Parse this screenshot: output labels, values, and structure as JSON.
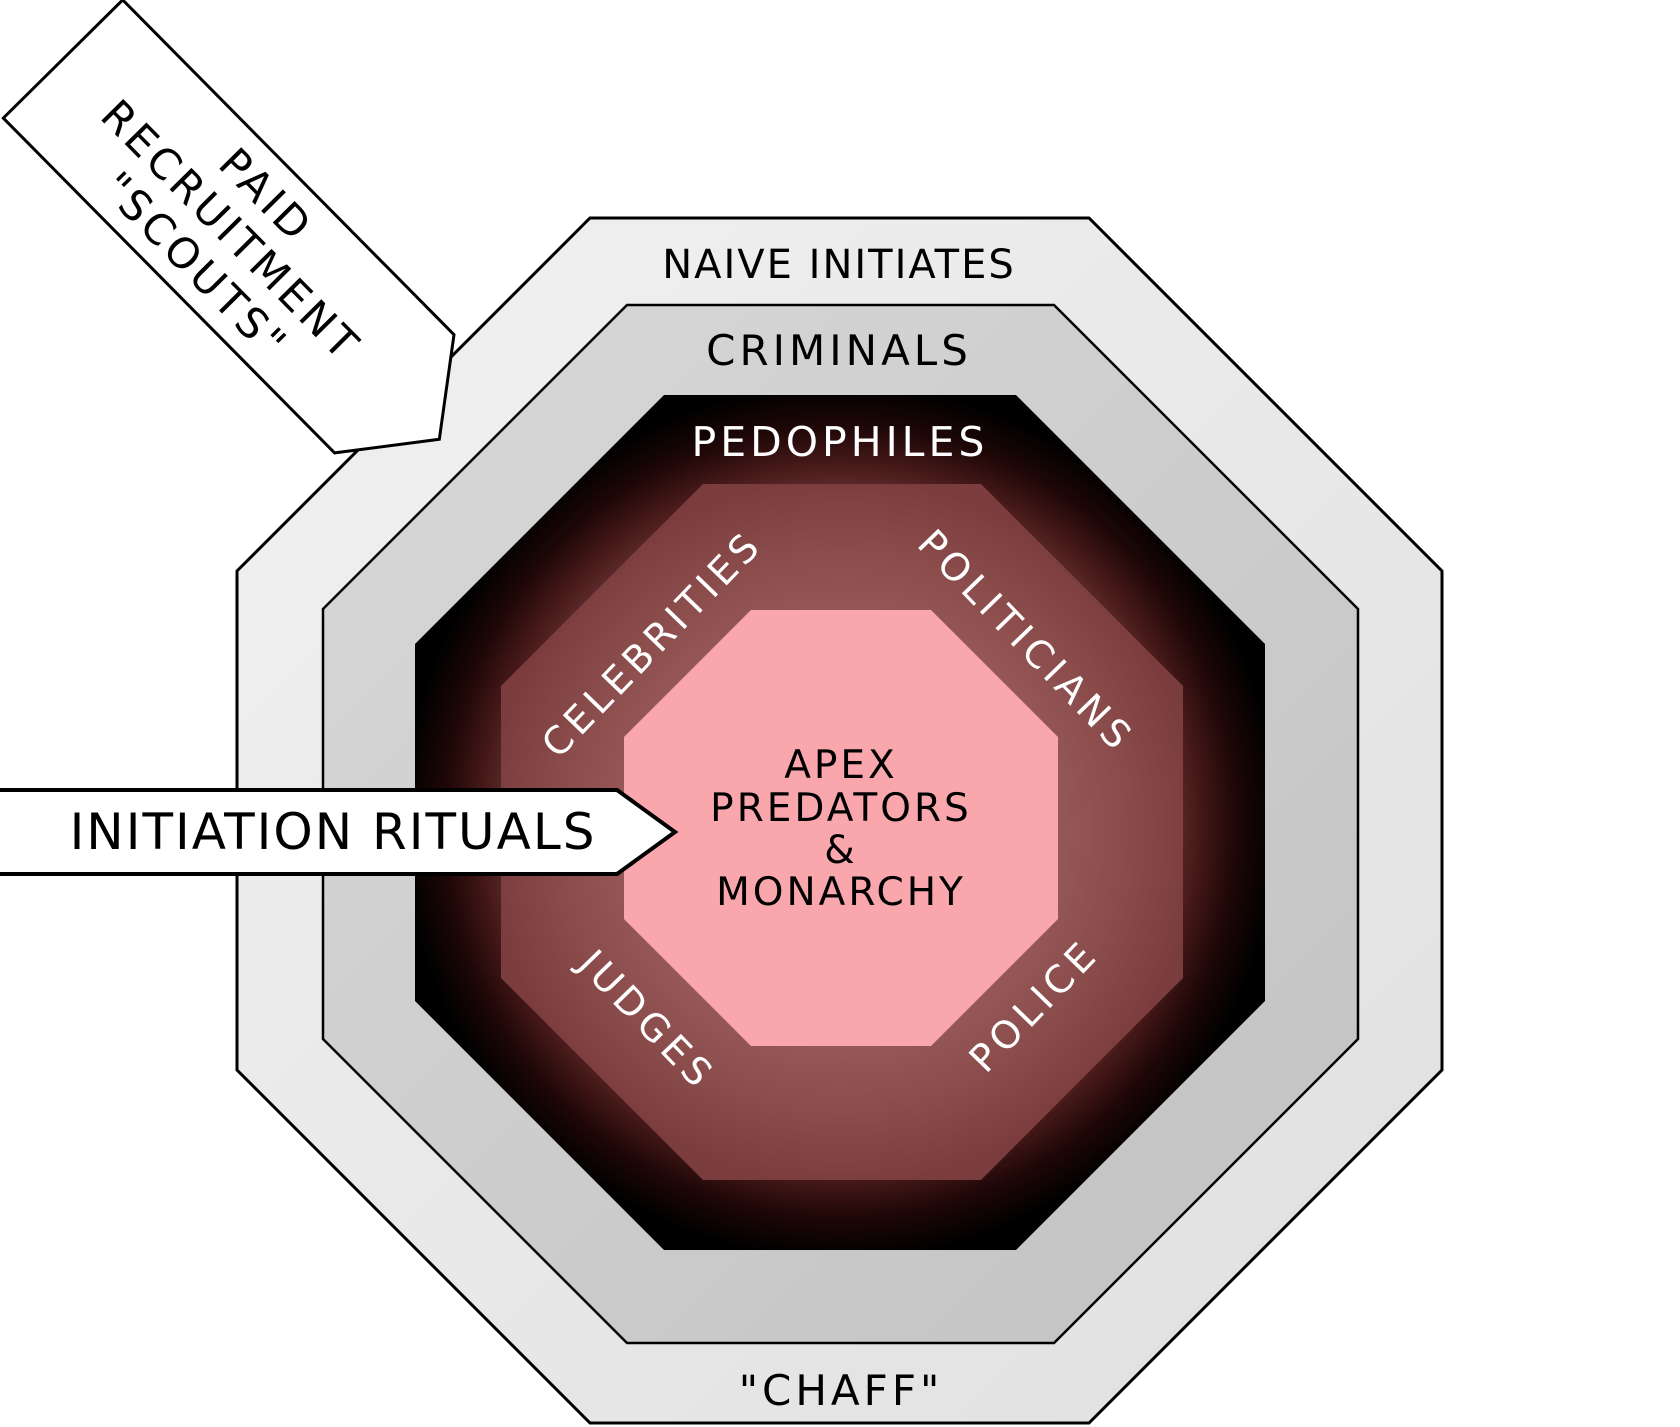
{
  "rings": {
    "outer": {
      "label": "NAIVE INITIATES",
      "bottom_label": "\"CHAFF\""
    },
    "second": {
      "label": "CRIMINALS"
    },
    "third": {
      "label": "PEDOPHILES"
    },
    "fourth": {
      "top_left": "CELEBRITIES",
      "top_right": "POLITICIANS",
      "bottom_left": "JUDGES",
      "bottom_right": "POLICE"
    },
    "center": {
      "lines": [
        "APEX",
        "PREDATORS",
        "&",
        "MONARCHY"
      ]
    }
  },
  "annotations": {
    "recruitment": {
      "lines": [
        "PAID",
        "RECRUITMENT",
        "\"SCOUTS\""
      ]
    },
    "initiation": {
      "label": "INITIATION RITUALS"
    }
  },
  "colors": {
    "background": "#ffffff",
    "stroke": "#000000",
    "text_dark": "#000000",
    "text_light": "#ffffff",
    "banner_fill": "#ffffff",
    "center_fill": "#f9a7ad"
  },
  "gradients": {
    "outer": [
      "#f1f1f1",
      "#e0e0e0"
    ],
    "second": [
      "#d8d8d8",
      "#c2c2c2"
    ],
    "glow": [
      "#8a4d4d",
      "#643030",
      "#471919",
      "#1f0707",
      "#000000"
    ],
    "maroon": [
      "#aa6e6e",
      "#9c5e5e",
      "#8a4b4b",
      "#7a3c3c"
    ]
  }
}
